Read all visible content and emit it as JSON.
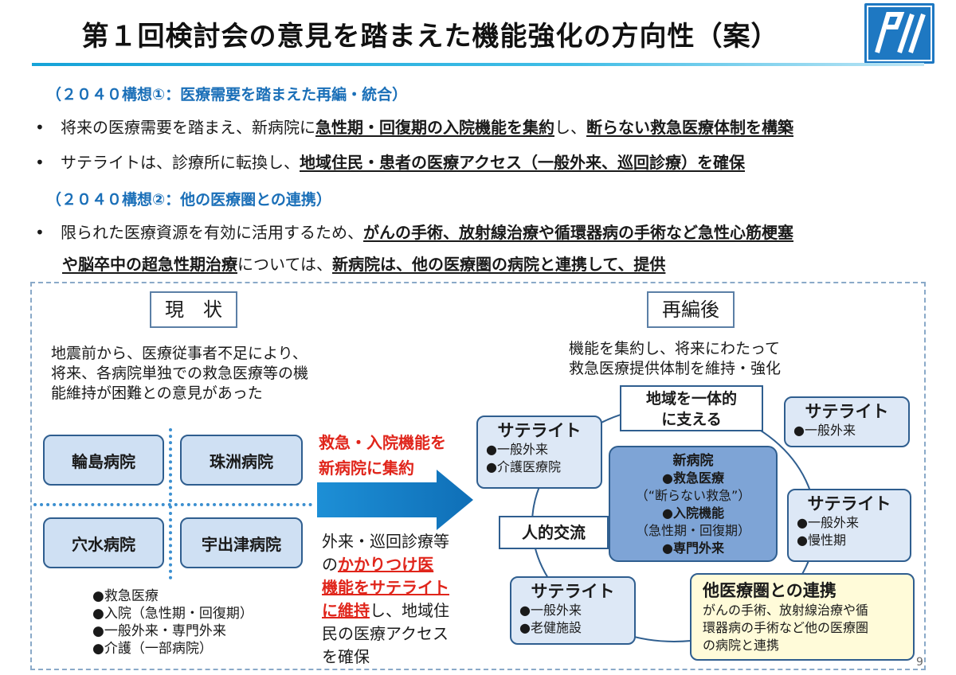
{
  "title": "第１回検討会の意見を踏まえた機能強化の方向性（案）",
  "logo_color": "#1e78c2",
  "accent_color": "#1a6fb8",
  "section1": {
    "heading": "（２０４０構想①：医療需要を踏まえた再編・統合）",
    "bullet1": {
      "pre": "将来の医療需要を踏まえ、新病院に",
      "emph1": "急性期・回復期の入院機能を集約",
      "mid": "し、",
      "emph2": "断らない救急医療体制を構築"
    },
    "bullet2": {
      "pre": "サテライトは、診療所に転換し、",
      "emph1": "地域住民・患者の医療アクセス（一般外来、巡回診療）を確保"
    }
  },
  "section2": {
    "heading": "（２０４０構想②：他の医療圏との連携）",
    "bullet1": {
      "pre": "限られた医療資源を有効に活用するため、",
      "emph1": "がんの手術、放射線治療や循環器病の手術など急性心筋梗塞",
      "emph2": "や脳卒中の超急性期治療",
      "mid": "については、",
      "emph3": "新病院は、他の医療圏の病院と連携して、提供"
    }
  },
  "current": {
    "label": "現　状",
    "text_lines": [
      "地震前から、医療従事者不足により、",
      "将来、各病院単独での救急医療等の機",
      "能維持が困難との意見があった"
    ],
    "hospitals": [
      "輪島病院",
      "珠洲病院",
      "穴水病院",
      "宇出津病院"
    ],
    "functions": [
      "●救急医療",
      "●入院（急性期・回復期）",
      "●一般外来・専門外来",
      "●介護（一部病院）"
    ]
  },
  "arrow": {
    "top_lines": [
      "救急・入院機能を",
      "新病院に集約"
    ],
    "bottom_lines": [
      {
        "plain": "外来・巡回診療等",
        "red": ""
      },
      {
        "plain": "の",
        "red": "かかりつけ医"
      },
      {
        "plain": "",
        "red": "機能をサテライト"
      },
      {
        "plain_after": "し、地域住",
        "red": "に維持"
      },
      {
        "plain": "民の医療アクセス",
        "red": ""
      },
      {
        "plain": "を確保",
        "red": ""
      }
    ]
  },
  "after": {
    "label": "再編後",
    "text_lines": [
      "機能を集約し、将来にわたって",
      "救急医療提供体制を維持・強化"
    ],
    "region_label_lines": [
      "地域を一体的",
      "に支える"
    ],
    "exchange_label": "人的交流",
    "satellites": [
      {
        "title": "サテライト",
        "items": [
          "●一般外来",
          "●介護医療院"
        ]
      },
      {
        "title": "サテライト",
        "items": [
          "●一般外来"
        ]
      },
      {
        "title": "サテライト",
        "items": [
          "●一般外来",
          "●慢性期"
        ]
      },
      {
        "title": "サテライト",
        "items": [
          "●一般外来",
          "●老健施設"
        ]
      }
    ],
    "new_hospital": {
      "title": "新病院",
      "l1": "●救急医療",
      "l2": "（“断らない救急”）",
      "l3": "●入院機能",
      "l4": "（急性期・回復期）",
      "l5": "●専門外来"
    },
    "other_region": {
      "title": "他医療圏との連携",
      "lines": [
        "がんの手術、放射線治療や循",
        "環器病の手術など他の医療圏",
        "の病院と連携"
      ]
    }
  },
  "page_number": "9"
}
